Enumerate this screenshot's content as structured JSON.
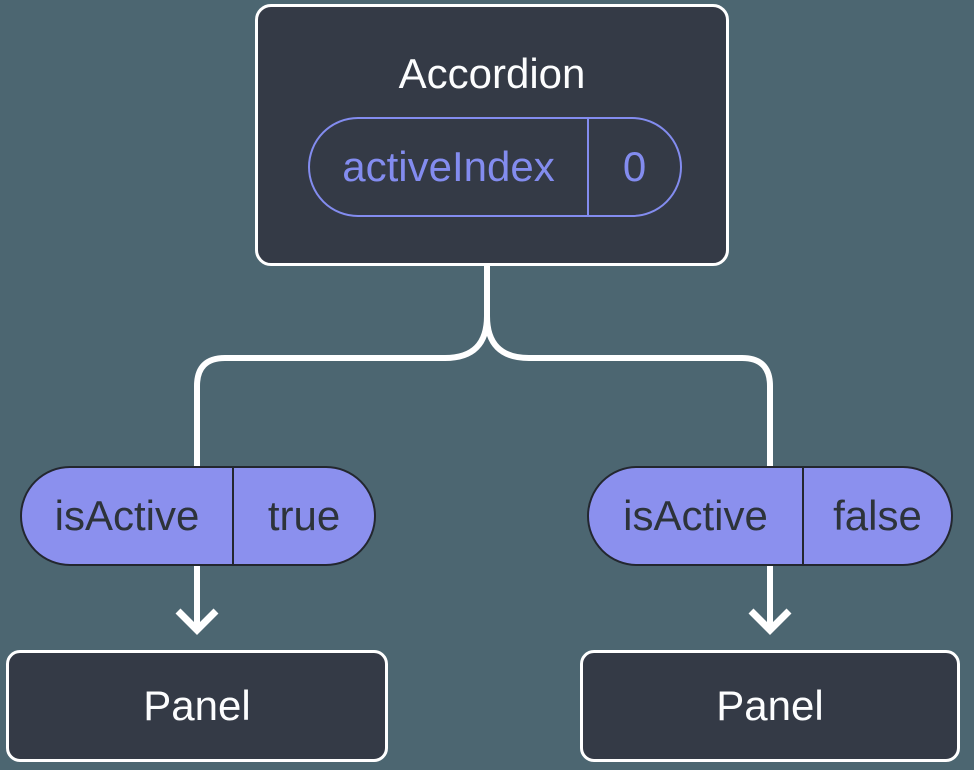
{
  "diagram": {
    "root": {
      "title": "Accordion",
      "state_pill": {
        "label": "activeIndex",
        "value": "0"
      }
    },
    "branches": [
      {
        "prop_pill": {
          "label": "isActive",
          "value": "true"
        },
        "node": {
          "title": "Panel"
        }
      },
      {
        "prop_pill": {
          "label": "isActive",
          "value": "false"
        },
        "node": {
          "title": "Panel"
        }
      }
    ]
  },
  "colors": {
    "background": "#4C6671",
    "node_fill": "#343A46",
    "node_border": "#FFFFFF",
    "node_title_text": "#FCFDFE",
    "state_pill_accent": "#838CEF",
    "prop_pill_fill": "#8B90EE",
    "prop_pill_border": "#23272F",
    "prop_pill_text": "#2D333A",
    "connector_line": "#FFFFFF"
  }
}
